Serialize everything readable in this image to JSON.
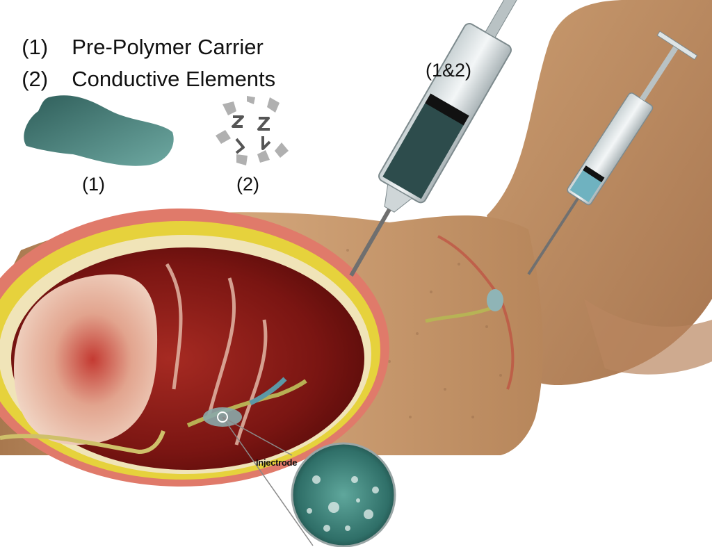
{
  "legend": {
    "items": [
      {
        "number": "(1)",
        "label": "Pre-Polymer Carrier"
      },
      {
        "number": "(2)",
        "label": "Conductive Elements"
      }
    ]
  },
  "callouts": {
    "carrier_label": "(1)",
    "elements_label": "(2)",
    "syringe_label": "(1&2)",
    "injectrode_label": "Injectrode"
  },
  "icons": {
    "carrier": "polymer-blob-icon",
    "elements": "conductive-particles-icon",
    "syringe": "syringe-icon",
    "magnifier": "magnified-inset-icon"
  },
  "colors": {
    "polymer": "#3f7a74",
    "skin": "#c79a6e",
    "muscle": "#8a1a16",
    "fat": "#e8d24a",
    "nerve": "#c8b860"
  }
}
